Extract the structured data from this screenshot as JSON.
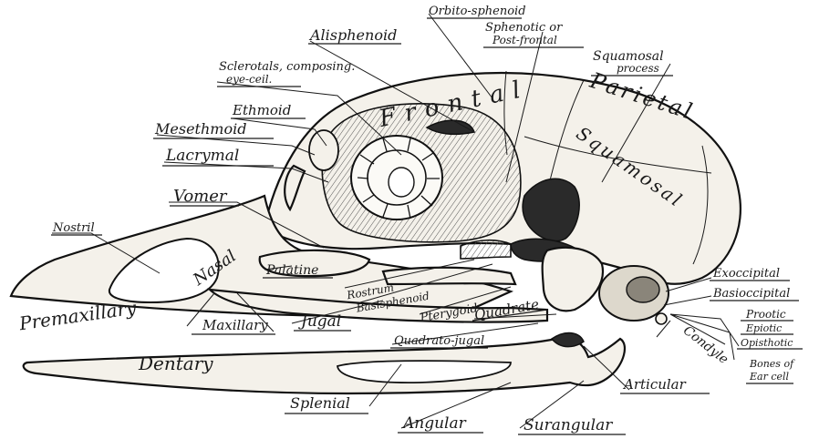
{
  "labels": {
    "orbito_sphenoid": "Orbito-sphenoid",
    "sphenotic": "Sphenotic or",
    "post_frontal": "Post-frontal",
    "alisphenoid": "Alisphenoid",
    "squamosal_process_1": "Squamosal",
    "squamosal_process_2": "process",
    "sclerotals_1": "Sclerotals, composing.",
    "sclerotals_2": "eye-ceil.",
    "ethmoid": "Ethmoid",
    "mesethmoid": "Mesethmoid",
    "lacrymal": "Lacrymal",
    "vomer": "Vomer",
    "nostril": "Nostril",
    "palatine": "Palatine",
    "rostrum": "Rostrum",
    "basisphenoid": "Basisphenoid",
    "pterygoid": "Pterygoid",
    "quadrate": "Quadrate",
    "premaxillary": "Premaxillary",
    "maxillary": "Maxillary",
    "jugal": "Jugal",
    "quadrato_jugal": "Quadrato-jugal",
    "exoccipital": "Exoccipital",
    "basioccipital": "Basioccipital",
    "prootic": "Prootic",
    "epiotic": "Epiotic",
    "opisthotic": "Opisthotic",
    "bones_of_1": "Bones of",
    "bones_of_2": "Ear cell",
    "condyle": "Condyle",
    "dentary": "Dentary",
    "articular": "Articular",
    "splenial": "Splenial",
    "angular": "Angular",
    "surangular": "Surangular",
    "frontal": "Frontal",
    "parietal": "Parietal",
    "squamosal": "Squamosal",
    "nasal": "Nasal"
  }
}
